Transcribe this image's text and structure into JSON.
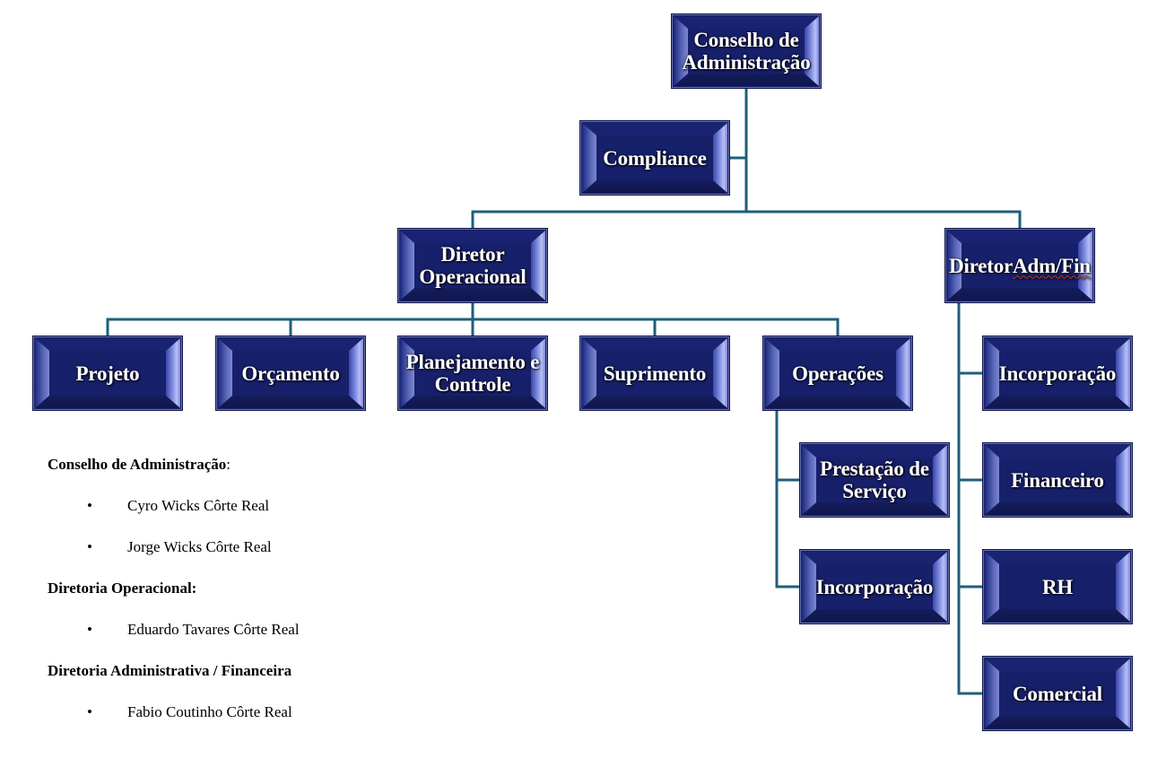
{
  "chart": {
    "connector_color": "#1f5f7a",
    "node_fill_color": "#17206a",
    "node_text_color": "#ffffff",
    "nodes": [
      {
        "id": "conselho",
        "label": "Conselho de\nAdministração",
        "parent": null
      },
      {
        "id": "compliance",
        "label": "Compliance",
        "parent": "conselho"
      },
      {
        "id": "dir-op",
        "label": "Diretor\nOperacional",
        "parent": "conselho"
      },
      {
        "id": "dir-adm",
        "label": "Diretor\nAdm/Fin",
        "parent": "conselho"
      },
      {
        "id": "projeto",
        "label": "Projeto",
        "parent": "dir-op"
      },
      {
        "id": "orcamento",
        "label": "Orçamento",
        "parent": "dir-op"
      },
      {
        "id": "planejamento",
        "label": "Planejamento e\nControle",
        "parent": "dir-op"
      },
      {
        "id": "suprimento",
        "label": "Suprimento",
        "parent": "dir-op"
      },
      {
        "id": "operacoes",
        "label": "Operações",
        "parent": "dir-op"
      },
      {
        "id": "prestacao",
        "label": "Prestação de\nServiço",
        "parent": "operacoes"
      },
      {
        "id": "incorp-op",
        "label": "Incorporação",
        "parent": "operacoes"
      },
      {
        "id": "incorp-adm",
        "label": "Incorporação",
        "parent": "dir-adm"
      },
      {
        "id": "financeiro",
        "label": "Financeiro",
        "parent": "dir-adm"
      },
      {
        "id": "rh",
        "label": "RH",
        "parent": "dir-adm"
      },
      {
        "id": "comercial",
        "label": "Comercial",
        "parent": "dir-adm"
      }
    ]
  },
  "legend": {
    "groups": [
      {
        "heading": "Conselho de Administração",
        "suffix": ":",
        "members": [
          "Cyro Wicks Côrte Real",
          "Jorge Wicks Côrte Real"
        ]
      },
      {
        "heading": "Diretoria Operacional:",
        "suffix": "",
        "members": [
          "Eduardo Tavares Côrte Real"
        ]
      },
      {
        "heading": "Diretoria Administrativa / Financeira",
        "suffix": "",
        "members": [
          "Fabio Coutinho Côrte Real"
        ]
      }
    ],
    "bullet": "•"
  }
}
